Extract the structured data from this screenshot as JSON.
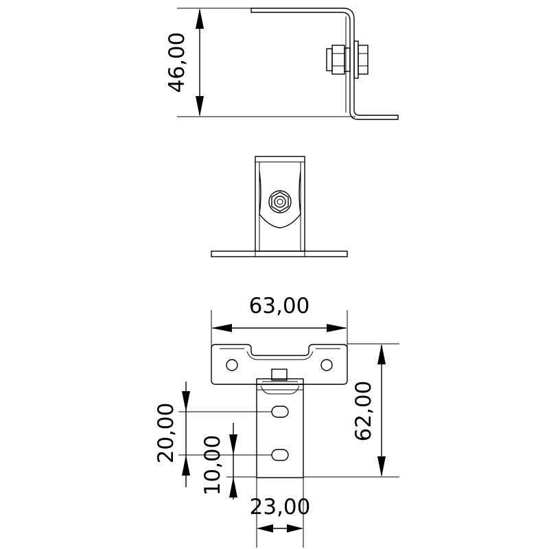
{
  "dimensions": {
    "top_height": "46,00",
    "bottom_width": "63,00",
    "bottom_height": "62,00",
    "slot_spacing": "20,00",
    "slot_offset": "10,00",
    "tab_width": "23,00"
  }
}
